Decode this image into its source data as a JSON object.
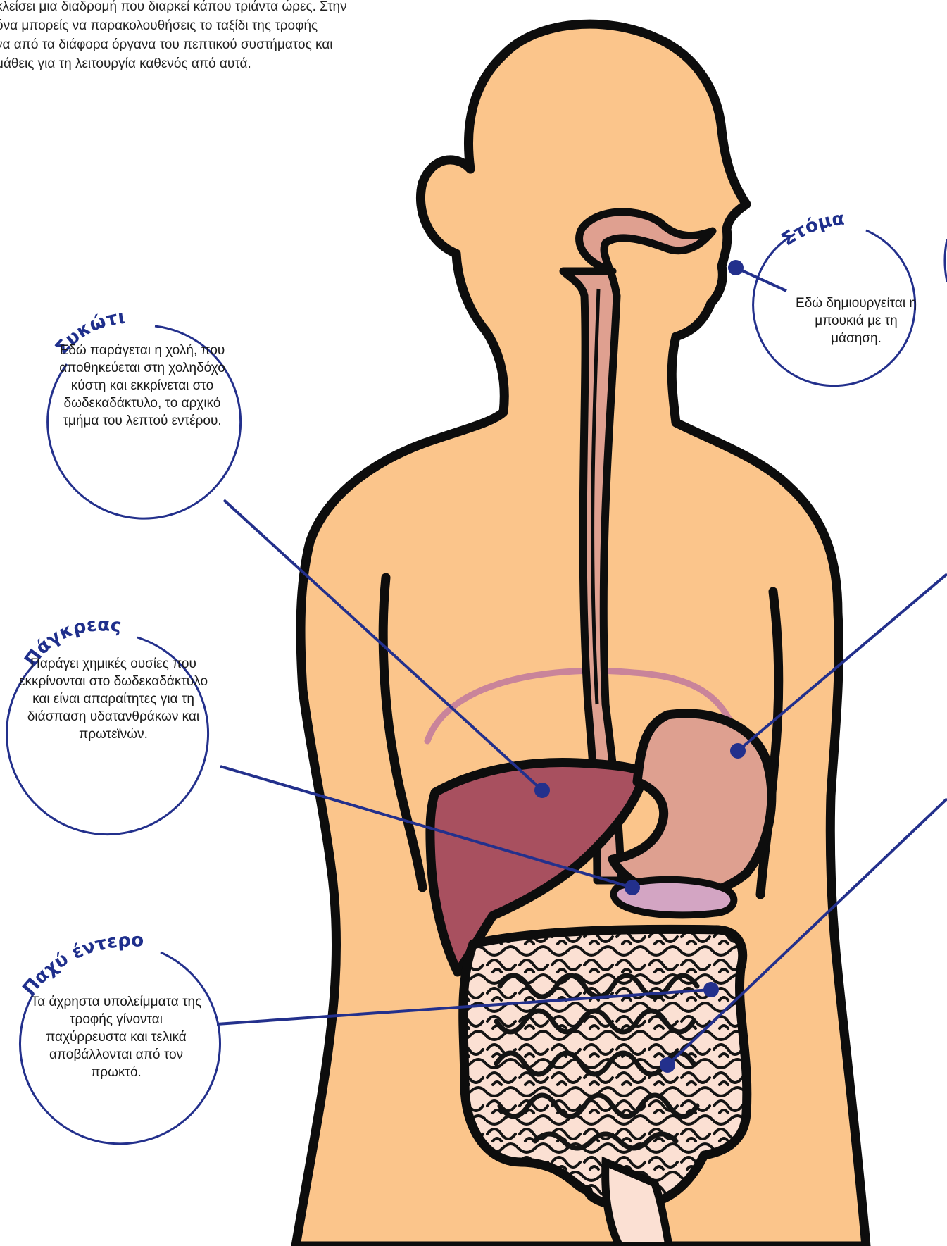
{
  "intro": {
    "lines": [
      "κλείσει μια διαδρομή που διαρκεί κάπου τριάντα ώρες. Στην",
      "όνα μπορείς να παρακολουθήσεις το ταξίδι της τροφής",
      "να από τα διάφορα όργανα του πεπτικού συστήματος και",
      "μάθεις για τη λειτουργία καθενός από αυτά."
    ]
  },
  "labels": {
    "mouth": {
      "title": "Στόμα",
      "text": "Εδώ δημιουργείται η μπουκιά με τη μάσηση."
    },
    "liver": {
      "title": "Συκώτι",
      "text": "Εδώ παράγεται η χολή, που αποθηκεύεται στη χοληδόχο κύστη και εκκρίνεται στο δωδεκαδάκτυλο, το αρχικό τμήμα του λεπτού εντέρου."
    },
    "pancreas": {
      "title": "Πάγκρεας",
      "text": "Παράγει χημικές ουσίες που εκκρίνονται στο δωδεκαδάκτυλο και είναι απαραίτητες για τη διάσπαση υδατανθράκων και πρωτεϊνών."
    },
    "large_intestine": {
      "title": "Παχύ έντερο",
      "text": "Τα άχρηστα υπολείμματα της τροφής γίνονται παχύρρευστα και τελικά αποβάλλονται από τον πρωκτό."
    }
  },
  "colors": {
    "skin": "#fbc58b",
    "outline": "#0d0d0d",
    "esophagus": "#dfa090",
    "stomach": "#dea090",
    "liver": "#a8505f",
    "pancreas": "#d3a5c3",
    "intestine": "#fbe0d3",
    "diaphragm": "#c9849a",
    "pointer": "#23308c"
  }
}
